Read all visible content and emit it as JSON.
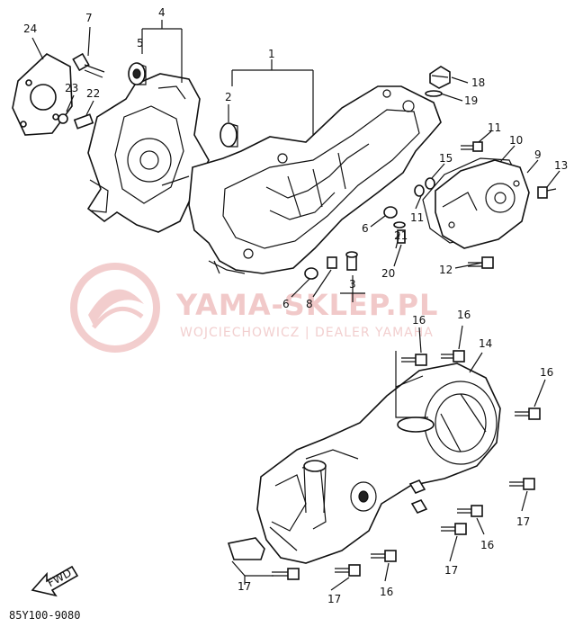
{
  "diagram": {
    "part_code": "85Y100-9080",
    "fwd_label": "FWD",
    "watermark": {
      "brand": "YAMA-SKLEP.PL",
      "sub": "WOJCIECHOWICZ | DEALER YAMAHA"
    },
    "callouts": [
      "24",
      "7",
      "4",
      "5",
      "1",
      "2",
      "23",
      "22",
      "18",
      "19",
      "11",
      "10",
      "9",
      "13",
      "15",
      "6",
      "21",
      "20",
      "11",
      "12",
      "3",
      "6",
      "8",
      "16",
      "16",
      "14",
      "16",
      "17",
      "16",
      "17",
      "17",
      "16",
      "17"
    ]
  }
}
